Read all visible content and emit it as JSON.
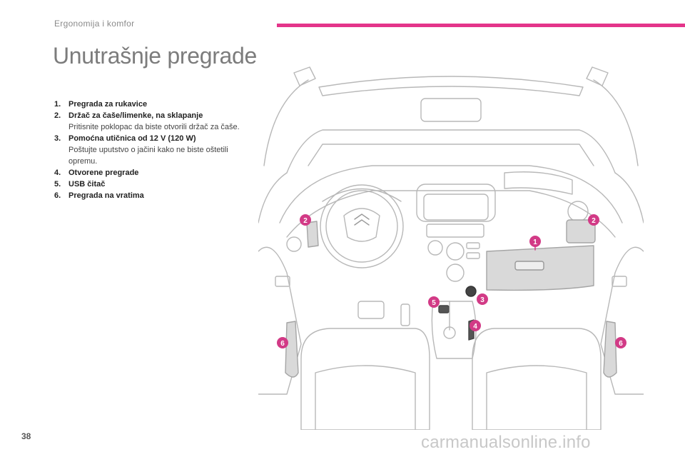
{
  "header": {
    "section": "Ergonomija i komfor",
    "accent_color": "#e4358a"
  },
  "page": {
    "title": "Unutrašnje pregrade",
    "number": "38"
  },
  "items": [
    {
      "num": "1.",
      "label": "Pregrada za rukavice",
      "note": ""
    },
    {
      "num": "2.",
      "label": "Držač za čaše/limenke, na sklapanje",
      "note": "Pritisnite poklopac da biste otvorili držač za čaše."
    },
    {
      "num": "3.",
      "label": "Pomoćna utičnica od 12 V (120 W)",
      "note": "Poštujte uputstvo o jačini kako ne biste oštetili opremu."
    },
    {
      "num": "4.",
      "label": "Otvorene pregrade",
      "note": ""
    },
    {
      "num": "5.",
      "label": "USB čitač",
      "note": ""
    },
    {
      "num": "6.",
      "label": "Pregrada na vratima",
      "note": ""
    }
  ],
  "callouts": {
    "c1": "1",
    "c2a": "2",
    "c2b": "2",
    "c3": "3",
    "c4": "4",
    "c5": "5",
    "c6a": "6",
    "c6b": "6"
  },
  "watermark": "carmanualsonline.info"
}
